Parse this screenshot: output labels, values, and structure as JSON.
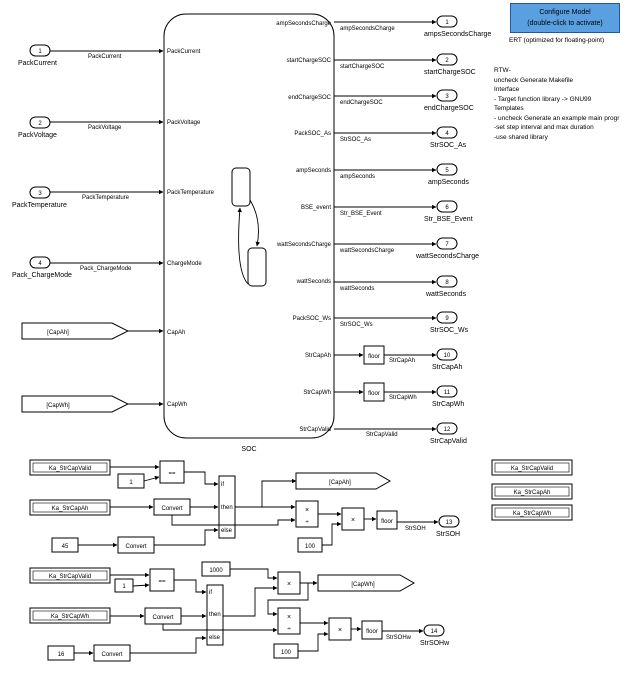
{
  "config": {
    "button_line1": "Configure Model",
    "button_line2": "(double-click to activate)",
    "caption": "ERT (optimized for floating-point)"
  },
  "notes": [
    "RTW-",
    "uncheck Generate Makefile",
    "Interface",
    "- Target function library -> GNU99",
    "Templates",
    "- uncheck  Generate an example main progr",
    "-set step interval and max duration",
    "-use shared library"
  ],
  "chart": {
    "label": "SOC"
  },
  "inports": [
    {
      "num": "1",
      "name": "PackCurrent",
      "signal": "PackCurrent",
      "port": "PackCurrent"
    },
    {
      "num": "2",
      "name": "PackVoltage",
      "signal": "PackVoltage",
      "port": "PackVoltage"
    },
    {
      "num": "3",
      "name": "PackTemperature",
      "signal": "PackTemperature",
      "port": "PackTemperature"
    },
    {
      "num": "4",
      "name": "Pack_ChargeMode",
      "signal": "Pack_ChargeMode",
      "port": "ChargeMode"
    }
  ],
  "froms_in": [
    {
      "tag": "[CapAh]",
      "port": "CapAh"
    },
    {
      "tag": "[CapWh]",
      "port": "CapWh"
    }
  ],
  "outports": [
    {
      "num": "1",
      "name": "ampsSecondsCharge",
      "port": "ampSecondsCharge",
      "signal": "ampSecondsCharge"
    },
    {
      "num": "2",
      "name": "startChargeSOC",
      "port": "startChargeSOC",
      "signal": "startChargeSOC"
    },
    {
      "num": "3",
      "name": "endChargeSOC",
      "port": "endChargeSOC",
      "signal": "endChargeSOC"
    },
    {
      "num": "4",
      "name": "StrSOC_As",
      "port": "PackSOC_As",
      "signal": "StrSOC_As"
    },
    {
      "num": "5",
      "name": "ampSeconds",
      "port": "ampSeconds",
      "signal": "ampSeconds"
    },
    {
      "num": "6",
      "name": "Str_BSE_Event",
      "port": "BSE_event",
      "signal": "Str_BSE_Event"
    },
    {
      "num": "7",
      "name": "wattSecondsCharge",
      "port": "wattSecondsCharge",
      "signal": "wattSecondsCharge"
    },
    {
      "num": "8",
      "name": "wattSeconds",
      "port": "wattSeconds",
      "signal": "wattSeconds"
    },
    {
      "num": "9",
      "name": "StrSOC_Ws",
      "port": "PackSOC_Ws",
      "signal": "StrSOC_Ws"
    },
    {
      "num": "10",
      "name": "StrCapAh",
      "port": "StrCapAh",
      "signal": "StrCapAh"
    },
    {
      "num": "11",
      "name": "StrCapWh",
      "port": "StrCapWh",
      "signal": "StrCapWh"
    },
    {
      "num": "12",
      "name": "StrCapValid",
      "port": "StrCapValid",
      "signal": "StrCapValid"
    }
  ],
  "floor_label": "floor",
  "right_goto_labels": [
    "Ka_StrCapValid",
    "Ka_StrCapAh",
    "Ka_StrCapWh"
  ],
  "lower1": {
    "from_valid": "Ka_StrCapValid",
    "from_ah": "Ka_StrCapAh",
    "const1": "1",
    "const45": "45",
    "const100": "100",
    "eq": "==",
    "convert": "Convert",
    "switch_if": "if",
    "switch_then": "then",
    "switch_else": "else",
    "goto": "[CapAh]",
    "mult": "×",
    "div": "÷",
    "floor": "floor",
    "signal": "StrSOH",
    "out_num": "13",
    "out_name": "StrSOH"
  },
  "lower2": {
    "from_valid": "Ka_StrCapValid",
    "from_wh": "Ka_StrCapWh",
    "const1": "1",
    "const1000": "1000",
    "const16": "16",
    "const100": "100",
    "eq": "==",
    "convert": "Convert",
    "switch_if": "if",
    "switch_then": "then",
    "switch_else": "else",
    "goto": "[CapWh]",
    "mult": "×",
    "div": "÷",
    "floor": "floor",
    "signal": "StrSOHw",
    "out_num": "14",
    "out_name": "StrSOHw"
  }
}
